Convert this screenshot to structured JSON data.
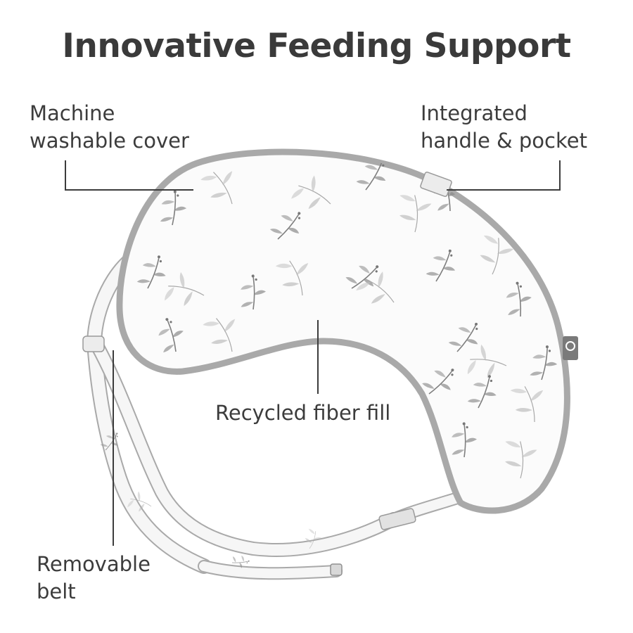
{
  "title": "Innovative Feeding Support",
  "callouts": {
    "cover": {
      "lines": [
        "Machine",
        "washable cover"
      ]
    },
    "handle": {
      "lines": [
        "Integrated",
        "handle & pocket"
      ]
    },
    "fill": {
      "lines": [
        "Recycled fiber fill"
      ]
    },
    "belt": {
      "lines": [
        "Removable",
        "belt"
      ]
    }
  },
  "colors": {
    "text": "#3c3c3c",
    "piping": "#a9a9a9",
    "pillow_fabric": "#fbfbfb",
    "leaf": "#8d8d8d"
  }
}
